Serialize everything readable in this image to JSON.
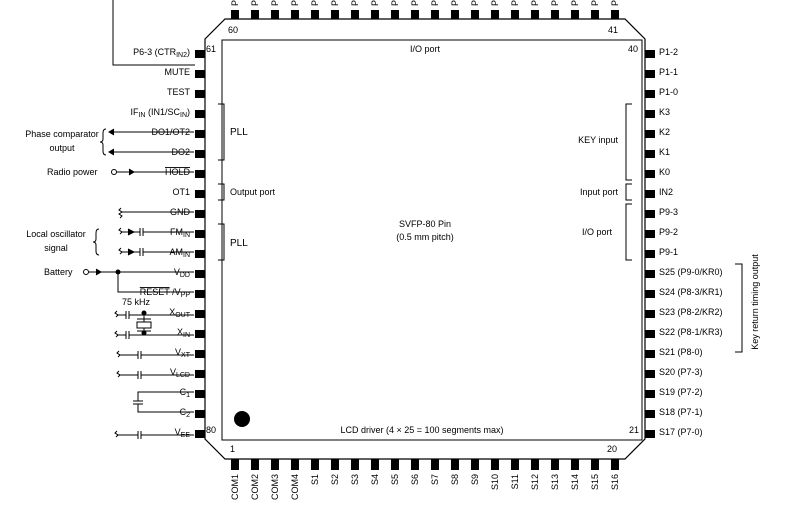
{
  "chip": {
    "package_line1": "SVFP-80 Pin",
    "package_line2": "(0.5 mm pitch)",
    "pin_1": "1",
    "pin_20": "20",
    "pin_21": "21",
    "pin_40": "40",
    "pin_41": "41",
    "pin_60": "60",
    "pin_61": "61",
    "pin_80": "80"
  },
  "internal_labels": {
    "io_port_top": "I/O port",
    "pll_upper": "PLL",
    "output_port": "Output port",
    "pll_lower": "PLL",
    "key_input": "KEY input",
    "input_port": "Input port",
    "io_port_right": "I/O port",
    "lcd_driver": "LCD driver (4 × 25 = 100 segments max)"
  },
  "left_pins": [
    "P6-3 (CTR IN2)",
    "MUTE",
    "TEST",
    "IF IN (IN1/SC IN)",
    "DO1/OT2",
    "DO2",
    "HOLD",
    "OT1",
    "GND",
    "FM IN",
    "AM IN",
    "V DD",
    "RESET /V PP",
    "X OUT",
    "X IN",
    "V XT",
    "V LCD",
    "C 1",
    "C 2",
    "V EE"
  ],
  "right_pins": [
    "P1-2",
    "P1-1",
    "P1-0",
    "K3",
    "K2",
    "K1",
    "K0",
    "IN2",
    "P9-3",
    "P9-2",
    "P9-1",
    "S25 (P9-0/KR0)",
    "S24 (P8-3/KR1)",
    "S23 (P8-2/KR2)",
    "S22 (P8-1/KR3)",
    "S21 (P8-0)",
    "S20 (P7-3)",
    "S19 (P7-2)",
    "S18 (P7-1)",
    "S17 (P7-0)"
  ],
  "bottom_pins": [
    "COM1",
    "COM2",
    "COM3",
    "COM4",
    "S1",
    "S2",
    "S3",
    "S4",
    "S5",
    "S6",
    "S7",
    "S8",
    "S9",
    "S10",
    "S11",
    "S12",
    "S13",
    "S14",
    "S15",
    "S16"
  ],
  "top_pin_prefix": "P",
  "external": {
    "phase_comparator_line1": "Phase comparator",
    "phase_comparator_line2": "output",
    "radio_power": "Radio power",
    "local_osc_line1": "Local oscillator",
    "local_osc_line2": "signal",
    "battery": "Battery",
    "crystal_freq": "75 kHz",
    "key_return_timing": "Key return timing output"
  }
}
